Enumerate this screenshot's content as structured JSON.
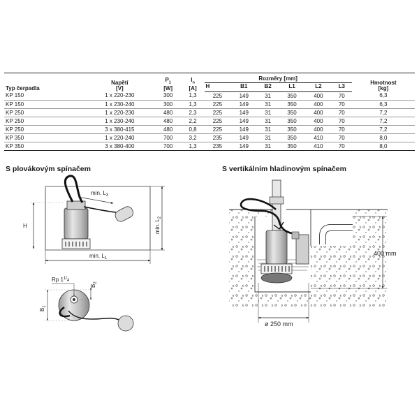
{
  "table": {
    "headers": {
      "type": "Typ čerpadla",
      "voltage": "Napětí",
      "voltage_unit": "[V]",
      "power": "P",
      "power_sub": "1",
      "power_unit": "[W]",
      "current": "I",
      "current_sub": "n",
      "current_unit": "[A]",
      "dimensions": "Rozměry [mm]",
      "weight": "Hmotnost",
      "weight_unit": "[kg]",
      "dims": [
        "H",
        "B1",
        "B2",
        "L1",
        "L2",
        "L3"
      ]
    },
    "rows": [
      [
        "KP 150",
        "1 x 220-230",
        "300",
        "1,3",
        "225",
        "149",
        "31",
        "350",
        "400",
        "70",
        "6,3"
      ],
      [
        "KP 150",
        "1 x 230-240",
        "300",
        "1,3",
        "225",
        "149",
        "31",
        "350",
        "400",
        "70",
        "6,3"
      ],
      [
        "KP 250",
        "1 x 220-230",
        "480",
        "2,3",
        "225",
        "149",
        "31",
        "350",
        "400",
        "70",
        "7,2"
      ],
      [
        "KP 250",
        "1 x 230-240",
        "480",
        "2,2",
        "225",
        "149",
        "31",
        "350",
        "400",
        "70",
        "7,2"
      ],
      [
        "KP 250",
        "3 x 380-415",
        "480",
        "0,8",
        "225",
        "149",
        "31",
        "350",
        "400",
        "70",
        "7,2"
      ],
      [
        "KP 350",
        "1 x 220-240",
        "700",
        "3,2",
        "235",
        "149",
        "31",
        "350",
        "410",
        "70",
        "8,0"
      ],
      [
        "KP 350",
        "3 x 380-400",
        "700",
        "1,3",
        "235",
        "149",
        "31",
        "350",
        "410",
        "70",
        "8,0"
      ]
    ]
  },
  "left_section": {
    "title": "S plovákovým spínačem",
    "labels": {
      "h": "H",
      "min_l3": "min. L",
      "min_l3_sub": "3",
      "min_l2": "min. L",
      "min_l2_sub": "2",
      "min_l1": "min. L",
      "min_l1_sub": "1",
      "rp": "Rp 1",
      "rp_frac": "1/",
      "rp_frac_den": "4",
      "b2": "B",
      "b2_sub": "2",
      "b1": "B",
      "b1_sub": "1"
    }
  },
  "right_section": {
    "title": "S vertikálním hladinovým spínačem",
    "labels": {
      "height": "400 mm",
      "diameter": "ø 250 mm"
    }
  }
}
